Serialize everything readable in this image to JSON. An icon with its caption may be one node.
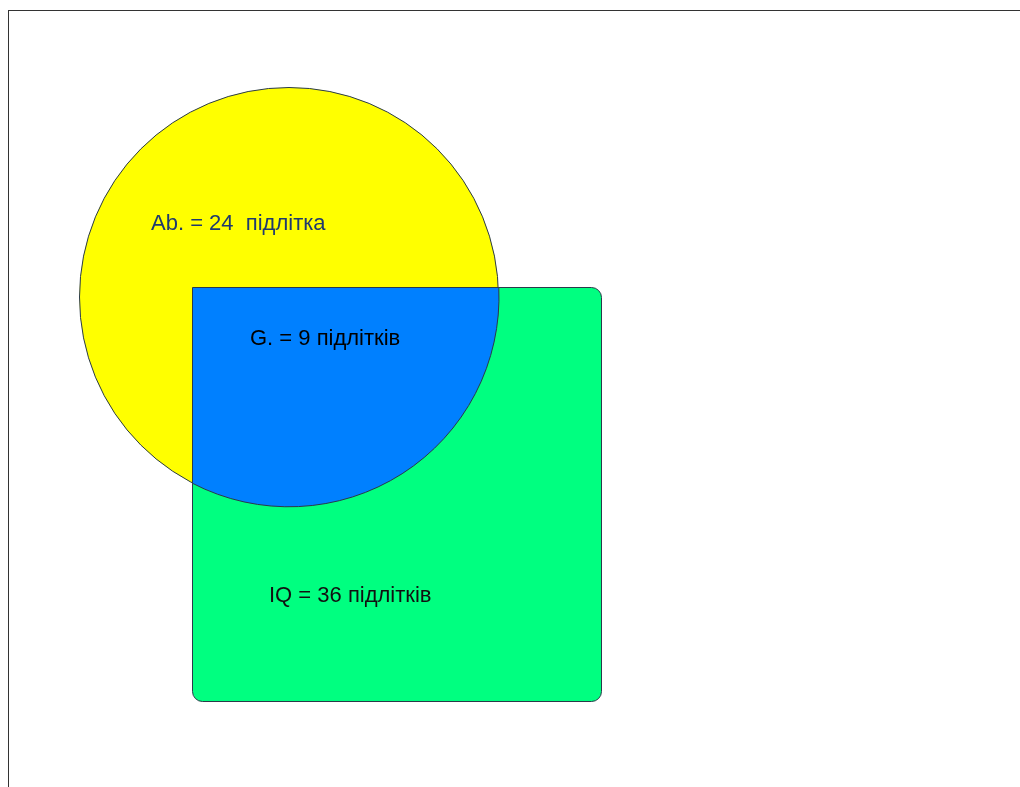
{
  "diagram": {
    "nodes": [
      {
        "text": [
          "Ab. = 24  підлітка"
        ]
      },
      {
        "text": [
          "IQ = 36 підлітків"
        ]
      },
      {
        "text": [
          "G. = 9 підлітків"
        ]
      }
    ]
  }
}
